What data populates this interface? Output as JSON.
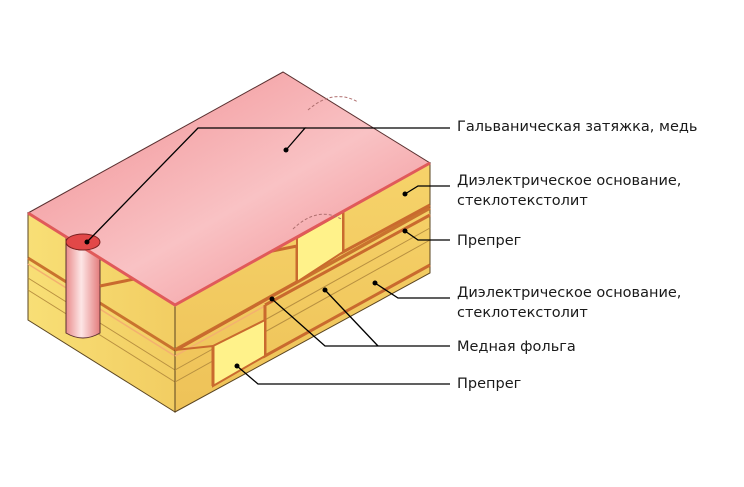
{
  "labels": {
    "plating": "Гальваническая затяжка, медь",
    "dielectric_top": {
      "line1": "Диэлектрическое основание,",
      "line2": "стеклотекстолит"
    },
    "prepreg_top": "Препрег",
    "dielectric_bottom": {
      "line1": "Диэлектрическое основание,",
      "line2": "стеклотекстолит"
    },
    "copper_foil": "Медная фольга",
    "prepreg_bottom": "Препрег"
  },
  "colors": {
    "copper_surface": "#f3a3a3",
    "copper_highlight": "#fbd6d6",
    "copper_dark": "#d25a4e",
    "dielectric_light": "#fff27a",
    "dielectric_mid": "#f7e07a",
    "dielectric_dark": "#e6c45a",
    "outline": "#3a2a1a",
    "leader": "#000000"
  }
}
